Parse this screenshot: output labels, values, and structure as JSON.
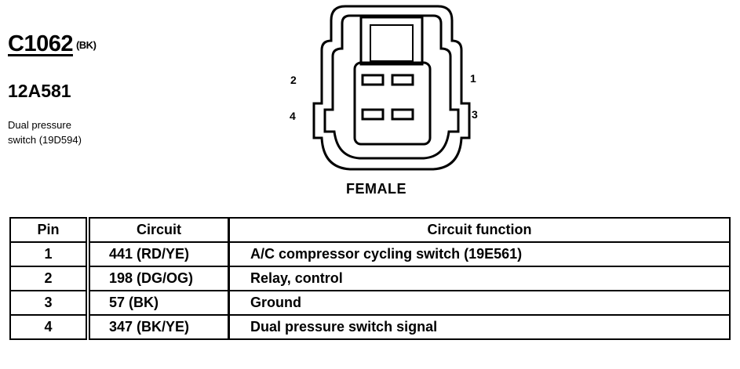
{
  "header": {
    "connector_id": "C1062",
    "connector_color": "(BK)",
    "part_number": "12A581",
    "component_line1": "Dual pressure",
    "component_line2": "switch (19D594)"
  },
  "connector": {
    "pin_labels": [
      "1",
      "2",
      "3",
      "4"
    ],
    "view": "FEMALE"
  },
  "table": {
    "columns": [
      "Pin",
      "Circuit",
      "Circuit function"
    ],
    "rows": [
      {
        "pin": "1",
        "circuit": "441 (RD/YE)",
        "function": "A/C compressor cycling switch (19E561)"
      },
      {
        "pin": "2",
        "circuit": "198 (DG/OG)",
        "function": "Relay, control"
      },
      {
        "pin": "3",
        "circuit": "57 (BK)",
        "function": "Ground"
      },
      {
        "pin": "4",
        "circuit": "347 (BK/YE)",
        "function": "Dual pressure switch signal"
      }
    ]
  }
}
